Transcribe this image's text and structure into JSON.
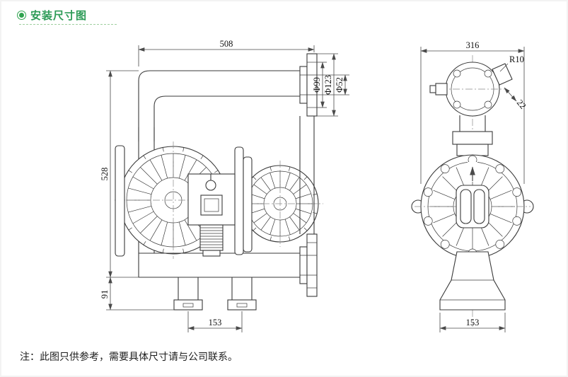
{
  "header": {
    "bullet_icon": "green-dot-icon",
    "title": "安装尺寸图"
  },
  "front_view": {
    "dim_width": "508",
    "dim_height": "528",
    "dim_base_height": "91",
    "dim_foot_span": "153",
    "dim_flange_bolt_circle": "Φ99",
    "dim_flange_outer_diameter": "Φ123",
    "dim_flange_bore": "Φ52"
  },
  "side_view": {
    "dim_width": "316",
    "dim_fillet_radius": "R10",
    "dim_bracket_width": "22",
    "dim_foot_span": "153"
  },
  "note": "注：此图只供参考，需要具体尺寸请与公司联系。"
}
